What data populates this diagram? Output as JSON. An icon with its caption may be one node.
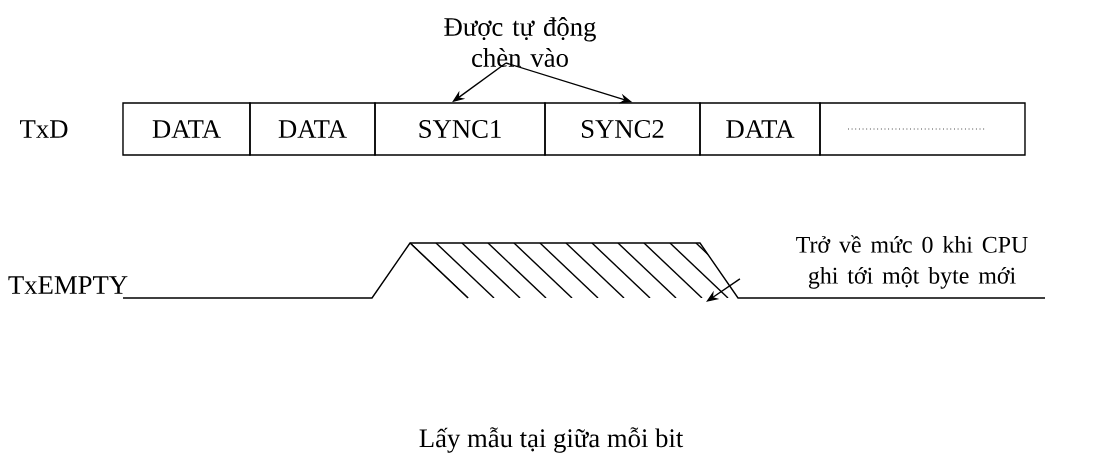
{
  "diagram": {
    "nodes": [
      {
        "text": [
          "Được tự động chèn vào"
        ]
      },
      {
        "text": [
          "DATA"
        ]
      },
      {
        "text": [
          "DATA"
        ]
      },
      {
        "text": [
          "SYNC1"
        ]
      },
      {
        "text": [
          "SYNC2"
        ]
      },
      {
        "text": [
          "DATA"
        ]
      },
      {
        "text": [],
        "shape": "box"
      },
      {
        "text": [
          "Trở về mức 0 khi CPU ghi tới một byte mới"
        ]
      }
    ],
    "edges": [
      {
        "from": 0,
        "to": 3,
        "arrow": "to"
      },
      {
        "from": 0,
        "to": 4,
        "arrow": "to"
      },
      {
        "from": 7,
        "to": null,
        "arrow": "to"
      }
    ],
    "labels": [
      "TxD",
      "TxEMPTY",
      "Lấy mẫu tại giữa mỗi bit"
    ]
  }
}
